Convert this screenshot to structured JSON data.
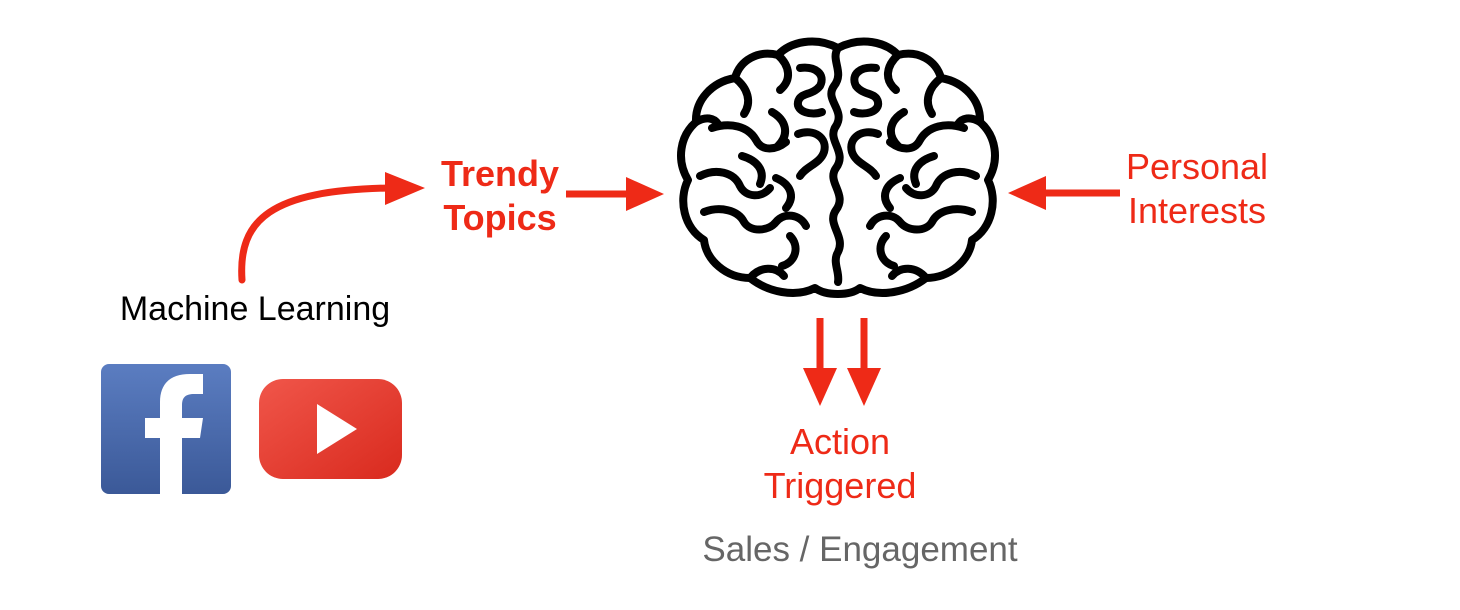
{
  "labels": {
    "trendy_topics": [
      "Trendy",
      "Topics"
    ],
    "personal_interests": [
      "Personal",
      "Interests"
    ],
    "action_triggered": [
      "Action",
      "Triggered"
    ],
    "machine_learning": "Machine Learning",
    "sales_engagement": "Sales / Engagement"
  },
  "icons": {
    "brain": "brain-icon",
    "facebook": "facebook-logo-icon",
    "youtube": "youtube-logo-icon"
  },
  "colors": {
    "arrow": "#ee2a17",
    "facebook_blue": "#3b5998",
    "youtube_red": "#e62117",
    "caption_gray": "#666666"
  }
}
